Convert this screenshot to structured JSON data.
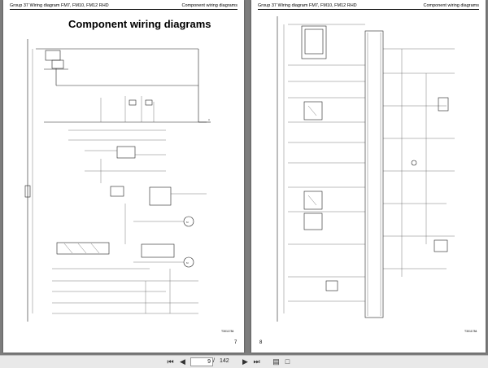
{
  "left_page": {
    "header_left": "Group 37 Wiring diagram FM7, FM10, FM12 RHD",
    "header_right": "Component wiring diagrams",
    "title": "Component wiring diagrams",
    "page_number": "7",
    "figure_id": "T3011784"
  },
  "right_page": {
    "header_left": "Group 37 Wiring diagram FM7, FM10, FM12 RHD",
    "header_right": "Component wiring diagrams",
    "page_number": "8",
    "figure_id": "T3011784"
  },
  "toolbar": {
    "first_icon": "first-page-icon",
    "prev_icon": "previous-page-icon",
    "current_page": "9",
    "separator": "/",
    "total_pages": "142",
    "next_icon": "next-page-icon",
    "last_icon": "last-page-icon",
    "fit_icon": "fit-page-icon",
    "single_icon": "single-page-icon"
  }
}
